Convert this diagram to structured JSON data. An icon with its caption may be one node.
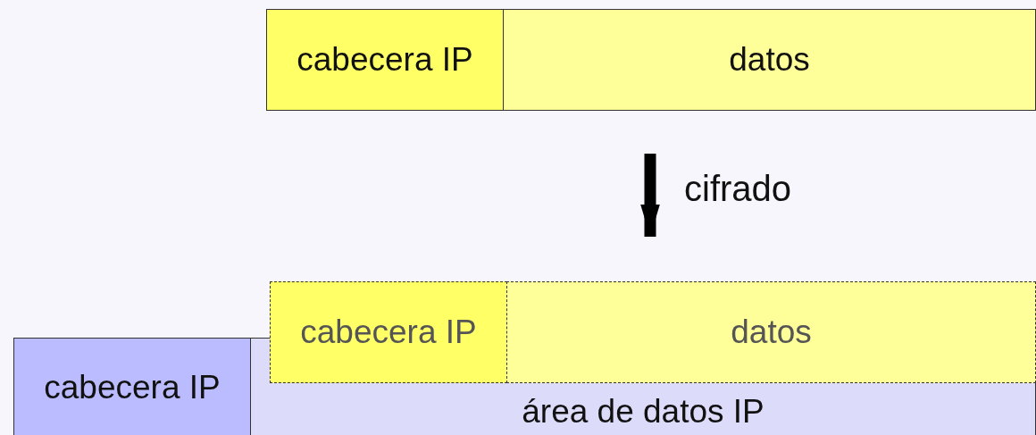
{
  "diagram": {
    "nodes": [
      {
        "text": [
          "cabecera IP"
        ]
      },
      {
        "text": [
          "datos"
        ]
      },
      {
        "text": [
          "cabecera IP"
        ]
      },
      {
        "text": [
          "datos"
        ]
      },
      {
        "text": [
          "cabecera IP"
        ]
      },
      {
        "text": [
          "área de datos IP"
        ]
      }
    ],
    "edges": [
      {
        "from": 1,
        "to": 3,
        "arrow": "to",
        "label": "cifrado"
      }
    ]
  }
}
